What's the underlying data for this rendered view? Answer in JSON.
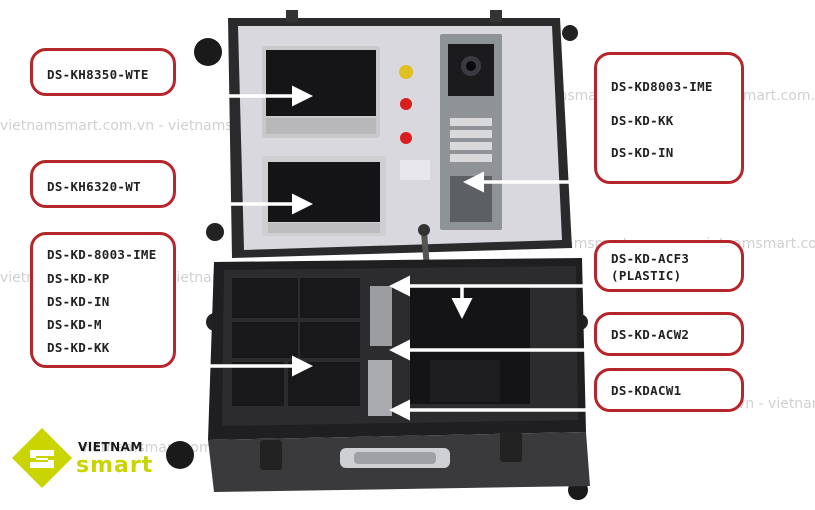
{
  "labels": {
    "kh8350": "DS-KH8350-WTE",
    "kh6320": "DS-KH6320-WT",
    "left_group": [
      "DS-KD-8003-IME",
      "DS-KD-KP",
      "DS-KD-IN",
      "DS-KD-M",
      "DS-KD-KK"
    ],
    "right_top_group": [
      "DS-KD8003-IME",
      "DS-KD-KK",
      "DS-KD-IN"
    ],
    "acf3": [
      "DS-KD-ACF3",
      "(PLASTIC)"
    ],
    "acw2": "DS-KD-ACW2",
    "kdacw1": "DS-KDACW1"
  },
  "watermark": "vietnamsmart.com.vn - vietnamsmart.com.vn",
  "logo": {
    "top": "VIETNAM",
    "bottom": "smart"
  },
  "colors": {
    "accent": "#b5262b",
    "brand": "#c9d400",
    "case": "#2b2b2d"
  }
}
